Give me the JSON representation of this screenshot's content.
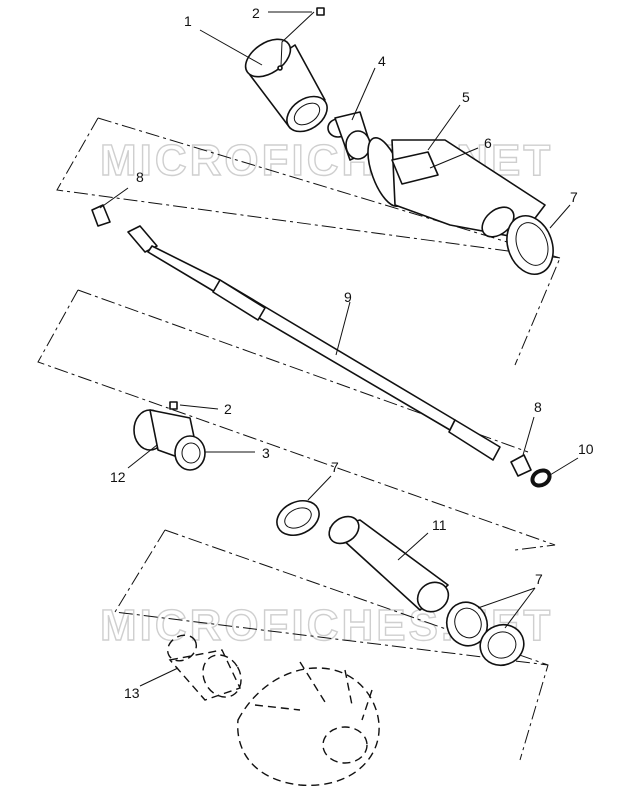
{
  "watermarks": [
    "MICROFICHES.NET",
    "MICROFICHES.NET"
  ],
  "callouts": [
    "1",
    "2",
    "4",
    "5",
    "6",
    "7",
    "8",
    "9",
    "2",
    "3",
    "12",
    "8",
    "10",
    "7",
    "11",
    "7",
    "13"
  ]
}
